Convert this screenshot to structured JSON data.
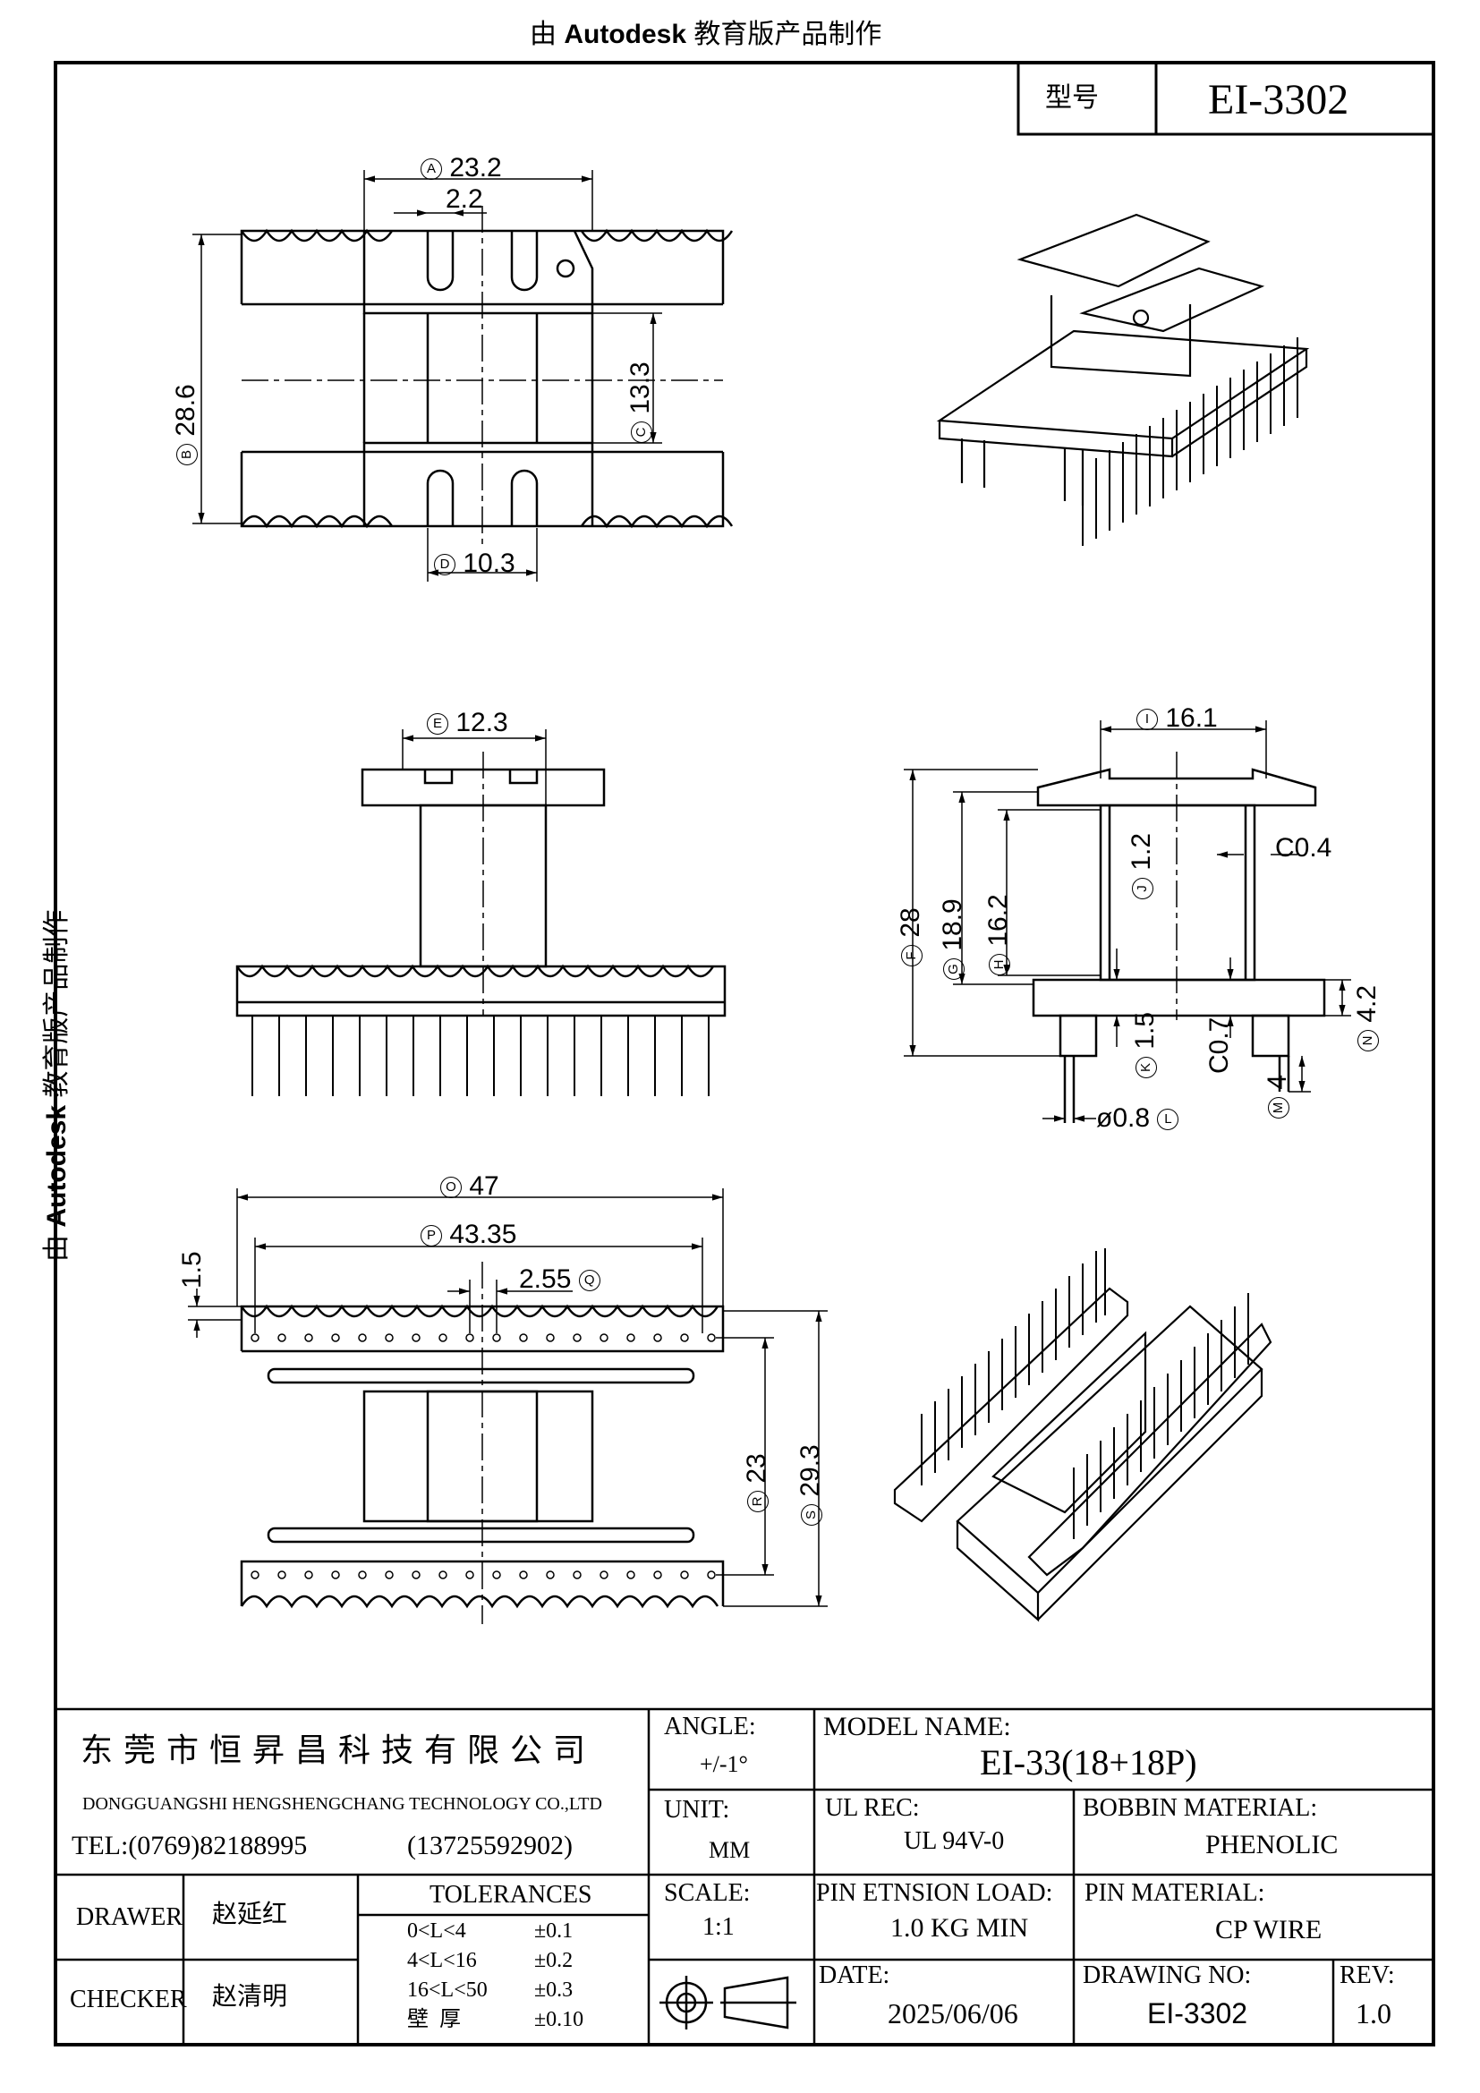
{
  "watermark": {
    "prefix": "由",
    "brand": "Autodesk",
    "suffix": "教育版产品制作"
  },
  "header": {
    "model_label": "型号",
    "model_value": "EI-3302"
  },
  "dims": {
    "A": {
      "letter": "A",
      "value": "23.2"
    },
    "s22": "2.2",
    "B": {
      "letter": "B",
      "value": "28.6"
    },
    "C": {
      "letter": "C",
      "value": "13.3"
    },
    "D": {
      "letter": "D",
      "value": "10.3"
    },
    "E": {
      "letter": "E",
      "value": "12.3"
    },
    "I": {
      "letter": "I",
      "value": "16.1"
    },
    "J": {
      "letter": "J",
      "value": "1.2"
    },
    "c04": "C0.4",
    "F": {
      "letter": "F",
      "value": "28"
    },
    "G": {
      "letter": "G",
      "value": "18.9"
    },
    "H": {
      "letter": "H",
      "value": "16.2"
    },
    "K": {
      "letter": "K",
      "value": "1.5"
    },
    "c07": "C0.7",
    "M": {
      "letter": "M",
      "value": "4"
    },
    "N": {
      "letter": "N",
      "value": "4.2"
    },
    "L": {
      "letter": "L",
      "value": "ø0.8"
    },
    "O": {
      "letter": "O",
      "value": "47"
    },
    "P": {
      "letter": "P",
      "value": "43.35"
    },
    "Q": {
      "letter": "Q",
      "value": "2.55"
    },
    "s15": "1.5",
    "R": {
      "letter": "R",
      "value": "23"
    },
    "S": {
      "letter": "S",
      "value": "29.3"
    }
  },
  "title_block": {
    "company_cn": "东莞市恒昇昌科技有限公司",
    "company_en": "DONGGUANGSHI HENGSHENGCHANG TECHNOLOGY CO.,LTD",
    "tel": "TEL:(0769)82188995",
    "mobile": "(13725592902)",
    "drawer_label": "DRAWER",
    "drawer_name": "赵延红",
    "checker_label": "CHECKER",
    "checker_name": "赵清明",
    "tolerances_label": "TOLERANCES",
    "tolerances": [
      {
        "range": "0<L<4",
        "value": "±0.1"
      },
      {
        "range": "4<L<16",
        "value": "±0.2"
      },
      {
        "range": "16<L<50",
        "value": "±0.3"
      },
      {
        "range": "壁  厚",
        "value": "±0.10"
      }
    ],
    "angle_label": "ANGLE:",
    "angle_value": "+/-1°",
    "unit_label": "UNIT:",
    "unit_value": "MM",
    "scale_label": "SCALE:",
    "scale_value": "1:1",
    "model_name_label": "MODEL NAME:",
    "model_name_value": "EI-33(18+18P)",
    "ul_label": "UL REC:",
    "ul_value": "UL 94V-0",
    "bobbin_label": "BOBBIN MATERIAL:",
    "bobbin_value": "PHENOLIC",
    "pin_load_label": "PIN ETNSION LOAD:",
    "pin_load_value": "1.0 KG MIN",
    "pin_material_label": "PIN MATERIAL:",
    "pin_material_value": "CP WIRE",
    "date_label": "DATE:",
    "date_value": "2025/06/06",
    "drawing_no_label": "DRAWING NO:",
    "drawing_no_value": "EI-3302",
    "rev_label": "REV:",
    "rev_value": "1.0"
  }
}
